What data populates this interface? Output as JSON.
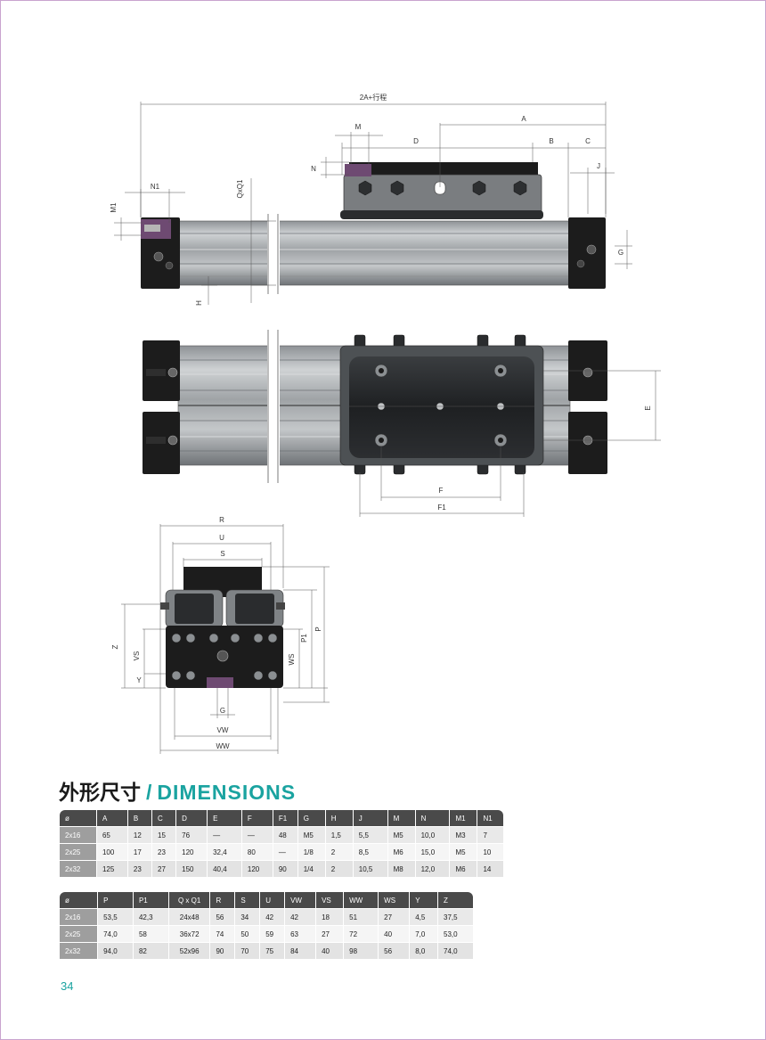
{
  "drawing": {
    "labels": {
      "a2": "2A+行程",
      "a": "A",
      "m": "M",
      "d": "D",
      "b": "B",
      "c": "C",
      "n": "N",
      "j": "J",
      "n1": "N1",
      "qxq1": "QxQ1",
      "m1": "M1",
      "g": "G",
      "h": "H",
      "e": "E",
      "f": "F",
      "f1": "F1",
      "r": "R",
      "u": "U",
      "s": "S",
      "z": "Z",
      "vs": "VS",
      "y": "Y",
      "ws": "WS",
      "p1": "P1",
      "p": "P",
      "g2": "G",
      "vw": "VW",
      "ww": "WW"
    }
  },
  "section": {
    "title_zh": "外形尺寸",
    "separator": "/",
    "title_en": "DIMENSIONS"
  },
  "table1": {
    "headers": [
      "ø",
      "A",
      "B",
      "C",
      "D",
      "E",
      "F",
      "F1",
      "G",
      "H",
      "J",
      "M",
      "N",
      "M1",
      "N1"
    ],
    "rows": [
      [
        "2x16",
        "65",
        "12",
        "15",
        "76",
        "—",
        "—",
        "48",
        "M5",
        "1,5",
        "5,5",
        "M5",
        "10,0",
        "M3",
        "7"
      ],
      [
        "2x25",
        "100",
        "17",
        "23",
        "120",
        "32,4",
        "80",
        "—",
        "1/8",
        "2",
        "8,5",
        "M6",
        "15,0",
        "M5",
        "10"
      ],
      [
        "2x32",
        "125",
        "23",
        "27",
        "150",
        "40,4",
        "120",
        "90",
        "1/4",
        "2",
        "10,5",
        "M8",
        "12,0",
        "M6",
        "14"
      ]
    ]
  },
  "table2": {
    "headers": [
      "ø",
      "P",
      "P1",
      "Q x Q1",
      "R",
      "S",
      "U",
      "VW",
      "VS",
      "WW",
      "WS",
      "Y",
      "Z"
    ],
    "rows": [
      [
        "2x16",
        "53,5",
        "42,3",
        "24x48",
        "56",
        "34",
        "42",
        "42",
        "18",
        "51",
        "27",
        "4,5",
        "37,5"
      ],
      [
        "2x25",
        "74,0",
        "58",
        "36x72",
        "74",
        "50",
        "59",
        "63",
        "27",
        "72",
        "40",
        "7,0",
        "53,0"
      ],
      [
        "2x32",
        "94,0",
        "82",
        "52x96",
        "90",
        "70",
        "75",
        "84",
        "40",
        "98",
        "56",
        "8,0",
        "74,0"
      ]
    ]
  },
  "page_number": "34",
  "colors": {
    "accent": "#1aa3a0",
    "header_dark": "#4a4a4a",
    "label_gray": "#9e9e9e",
    "body_black": "#1c1c1c",
    "rail": "#a9adb0",
    "purple_port": "#8a5a8e"
  }
}
